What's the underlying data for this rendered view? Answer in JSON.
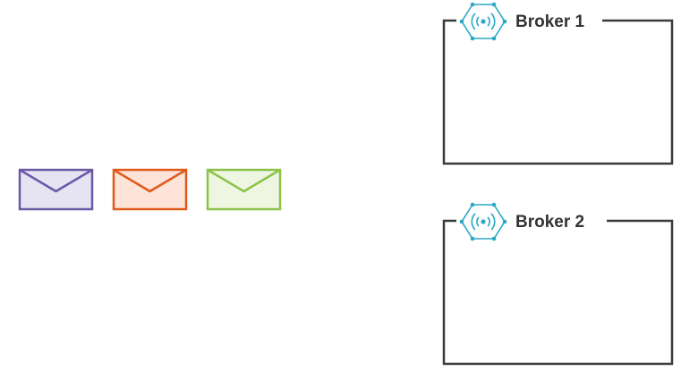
{
  "diagram": {
    "messages": [
      {
        "name": "message-1",
        "stroke": "#6a5aa6",
        "fill": "#e6e3f3"
      },
      {
        "name": "message-2",
        "stroke": "#e05a1c",
        "fill": "#fde3d8"
      },
      {
        "name": "message-3",
        "stroke": "#8cc24a",
        "fill": "#eef6e2"
      }
    ],
    "brokers": [
      {
        "label": "Broker 1",
        "icon": "broker-hexagon-icon"
      },
      {
        "label": "Broker 2",
        "icon": "broker-hexagon-icon"
      }
    ],
    "colors": {
      "frame": "#3a3a3a",
      "icon": "#2aa8c4",
      "label": "#333333"
    }
  }
}
